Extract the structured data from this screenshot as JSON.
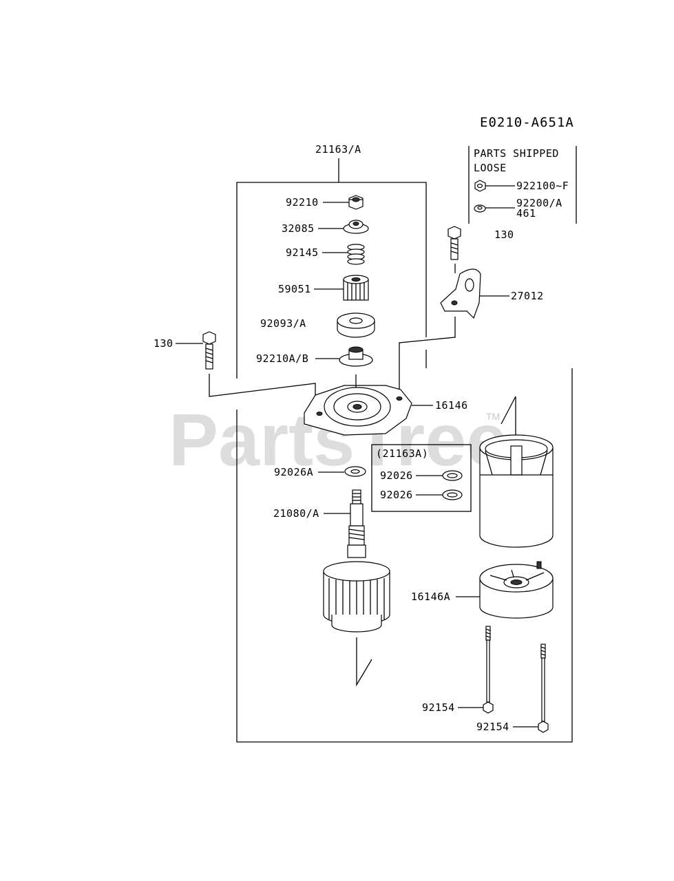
{
  "diagram_code": "E0210-A651A",
  "loose_box": {
    "title_line1": "PARTS SHIPPED",
    "title_line2": "LOOSE",
    "item1": "922100~F",
    "item2_line1": "92200/A",
    "item2_line2": "461"
  },
  "labels": {
    "assembly": "21163/A",
    "nut": "92210",
    "stopper": "32085",
    "spring": "92145",
    "pinion": "59051",
    "washer_thick": "92093/A",
    "collar": "92210A/B",
    "bolt_left": "130",
    "bolt_right": "130",
    "bracket": "27012",
    "front_cover": "16146",
    "kit_title": "(21163A)",
    "kit_washer_1": "92026",
    "kit_washer_2": "92026",
    "washer_small": "92026A",
    "armature": "21080/A",
    "rear_cover": "16146A",
    "thru_bolt_1": "92154",
    "thru_bolt_2": "92154"
  },
  "watermark": {
    "text": "PartsTree",
    "tm": "TM"
  }
}
